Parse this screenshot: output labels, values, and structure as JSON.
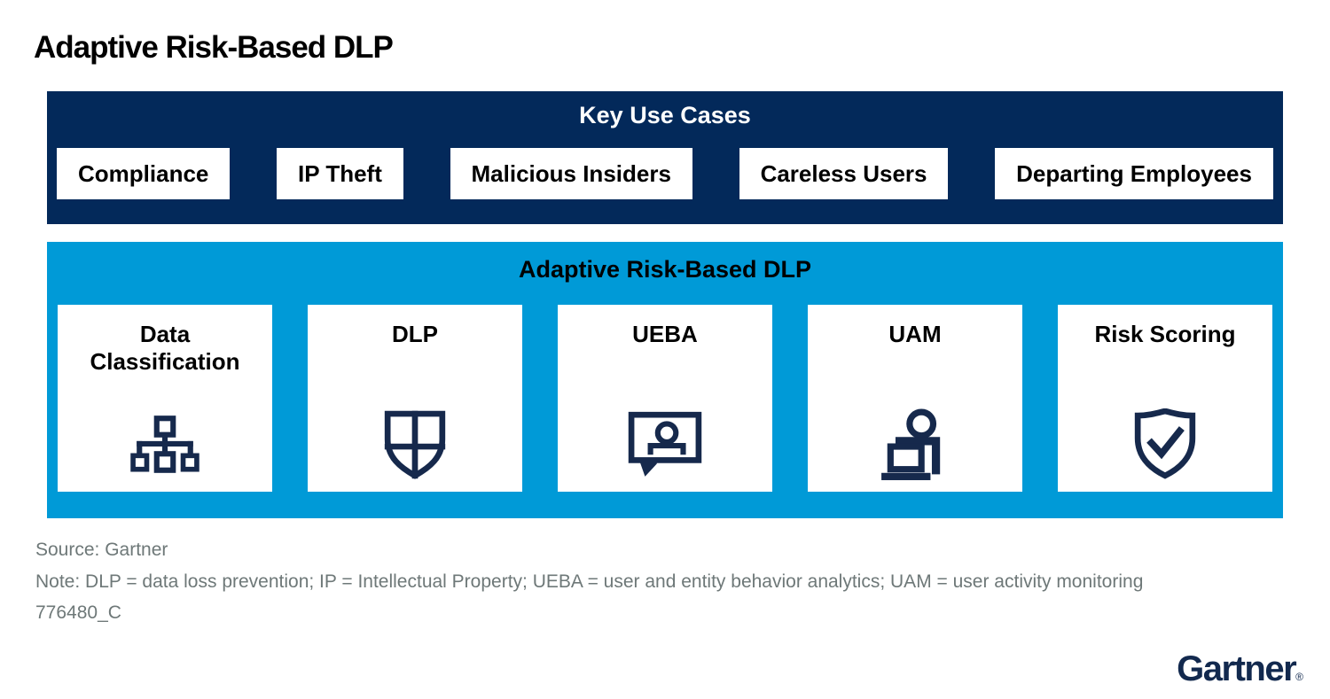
{
  "page": {
    "title": "Adaptive Risk-Based DLP"
  },
  "colors": {
    "navy_band": "#03295A",
    "blue_band": "#009AD7",
    "icon_navy": "#16294C",
    "footer_gray": "#6E7878",
    "logo_navy": "#12294E"
  },
  "key_use_cases": {
    "header": "Key Use Cases",
    "items": [
      {
        "label": "Compliance"
      },
      {
        "label": "IP Theft"
      },
      {
        "label": "Malicious Insiders"
      },
      {
        "label": "Careless Users"
      },
      {
        "label": "Departing Employees"
      }
    ]
  },
  "adaptive_dlp": {
    "header": "Adaptive Risk-Based DLP",
    "cards": [
      {
        "label": "Data Classification",
        "icon": "sitemap-icon"
      },
      {
        "label": "DLP",
        "icon": "shield-cross-icon"
      },
      {
        "label": "UEBA",
        "icon": "person-speech-bubble-icon"
      },
      {
        "label": "UAM",
        "icon": "person-computer-icon"
      },
      {
        "label": "Risk Scoring",
        "icon": "shield-check-icon"
      }
    ]
  },
  "footer": {
    "source": "Source: Gartner",
    "note": "Note: DLP = data loss prevention; IP = Intellectual Property; UEBA = user and entity behavior analytics; UAM = user activity monitoring",
    "doc_id": "776480_C"
  },
  "logo": {
    "text": "Gartner",
    "registered": "®"
  }
}
